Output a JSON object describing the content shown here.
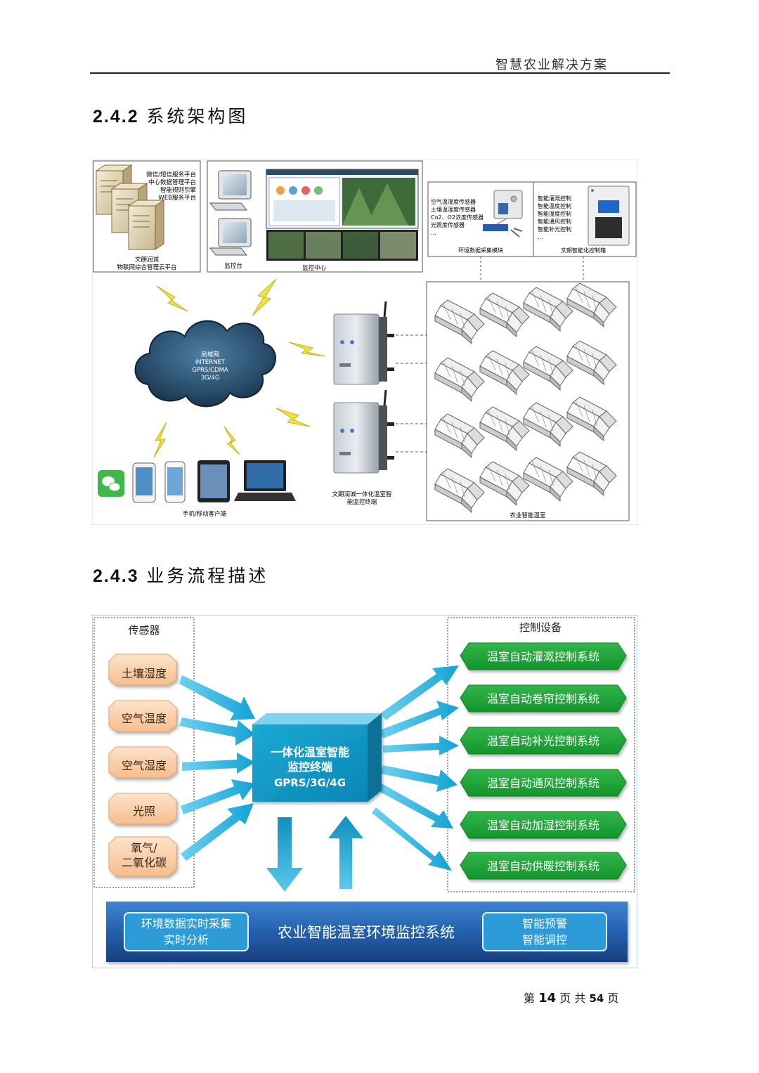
{
  "header": {
    "title": "智慧农业解决方案"
  },
  "sections": [
    {
      "number": "2.4.2",
      "title": "系统架构图"
    },
    {
      "number": "2.4.3",
      "title": "业务流程描述"
    }
  ],
  "arch": {
    "cloud_platform": {
      "services": [
        "微信/短信服务平台",
        "中心数据管理平台",
        "智能规则引擎",
        "WEB服务平台"
      ],
      "caption": [
        "文朗润诚",
        "物联网综合管理云平台"
      ]
    },
    "monitor": {
      "console": "监控台",
      "center": "监控中心"
    },
    "sensor_module": {
      "sensors": [
        "空气温湿度传感器",
        "土壤温湿度传感器",
        "Co2、O2浓度传感器",
        "光照度传感器",
        "..."
      ],
      "caption": "环境数据采集模块"
    },
    "control_box": {
      "controls": [
        "智能灌溉控制",
        "智能温度控制",
        "智能湿度控制",
        "智能通风控制",
        "智能补光控制",
        "..."
      ],
      "caption": "文朗智能化控制箱"
    },
    "network": [
      "局域网",
      "INTERNET",
      "GPRS/CDMA",
      "3G/4G"
    ],
    "terminal_caption": [
      "文朗润诚一体化温室智",
      "能监控终端"
    ],
    "mobile_caption": "手机/移动客户端",
    "greenhouse_caption": "农业智能温室"
  },
  "flow": {
    "sensor_group": "传感器",
    "sensors": [
      "土壤湿度",
      "空气温度",
      "空气湿度",
      "光照",
      "氧气/",
      "二氧化碳"
    ],
    "center": [
      "一体化温室智能",
      "监控终端",
      "GPRS/3G/4G"
    ],
    "control_group": "控制设备",
    "controls": [
      "温室自动灌溉控制系统",
      "温室自动卷帘控制系统",
      "温室自动补光控制系统",
      "温室自动通风控制系统",
      "温室自动加湿控制系统",
      "温室自动供暖控制系统"
    ],
    "bottom": {
      "left": [
        "环境数据实时采集",
        "实时分析"
      ],
      "center": "农业智能温室环境监控系统",
      "right": [
        "智能预警",
        "智能调控"
      ]
    }
  },
  "footer": {
    "prefix": "第",
    "page": "14",
    "mid": "页 共",
    "total": "54",
    "suffix": "页"
  }
}
